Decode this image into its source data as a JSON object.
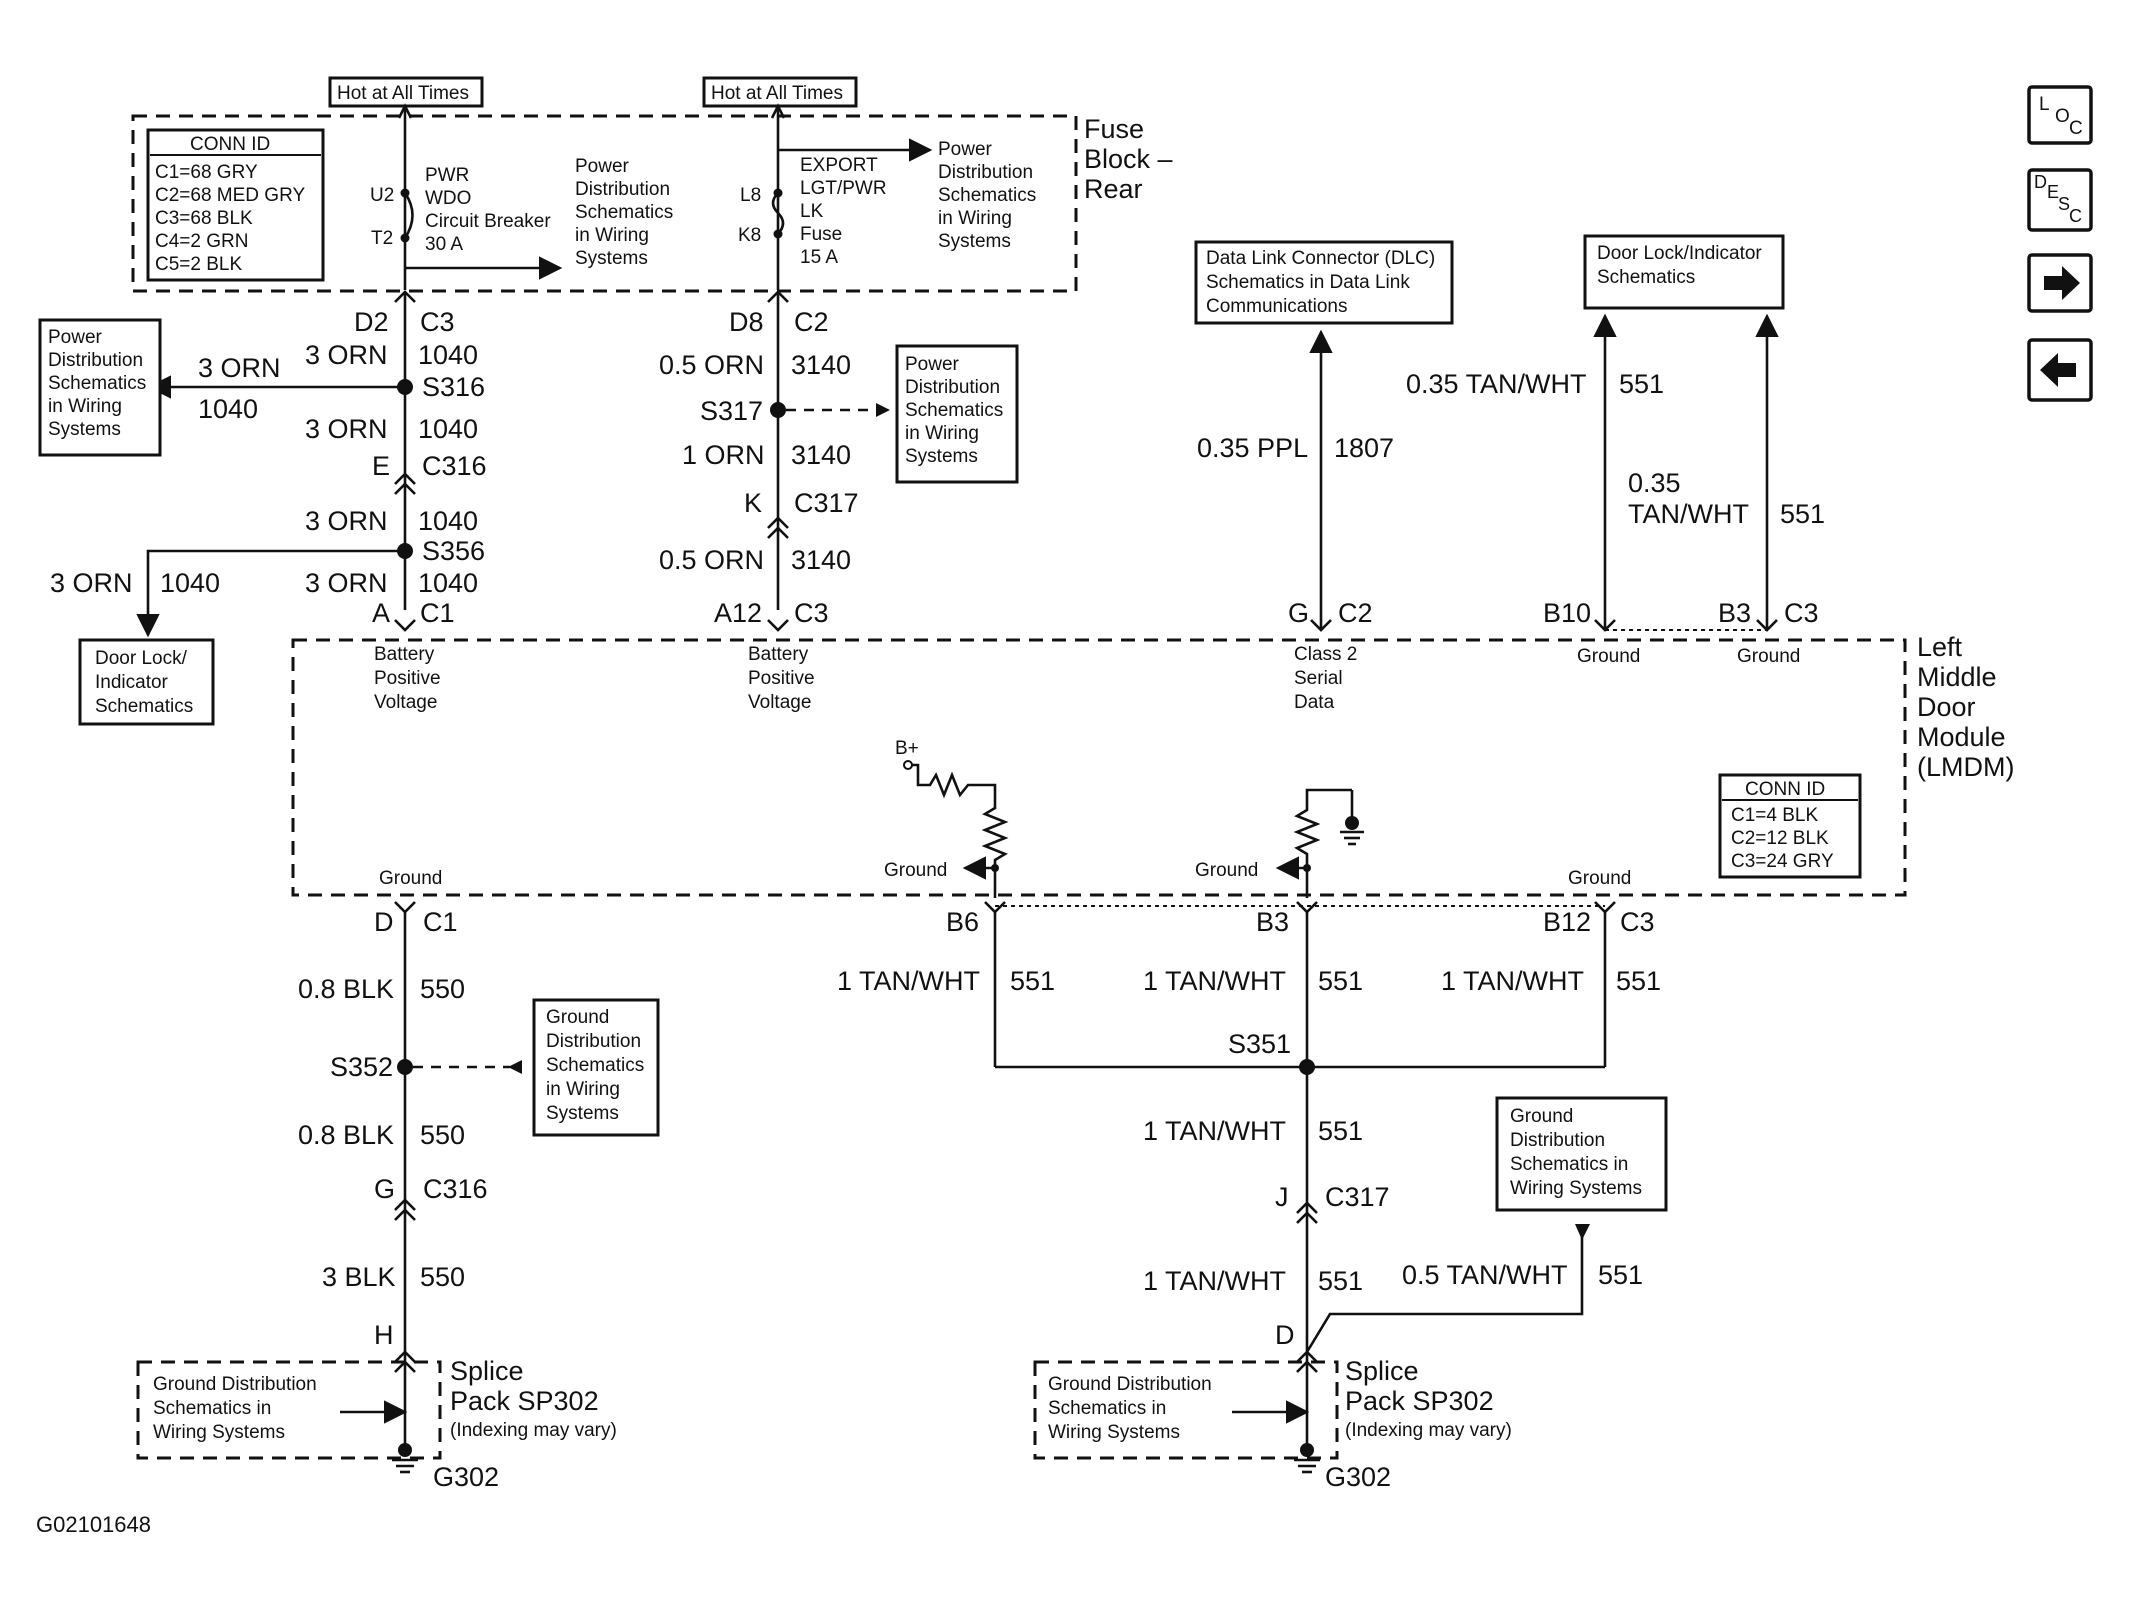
{
  "diagram": {
    "code": "G02101648",
    "hot_at_all_times": "Hot at All Times",
    "fuse_block": {
      "title_1": "Fuse",
      "title_2": "Block –",
      "title_3": "Rear"
    },
    "fuse_conn_id": {
      "title": "CONN ID",
      "lines": [
        "C1=68 GRY",
        "C2=68 MED GRY",
        "C3=68 BLK",
        "C4=2 GRN",
        "C5=2 BLK"
      ]
    },
    "circuit_breaker": {
      "terminal_top": "U2",
      "terminal_bottom": "T2",
      "lines": [
        "PWR",
        "WDO",
        "Circuit Breaker",
        "30 A"
      ]
    },
    "fuse": {
      "terminal_top": "L8",
      "terminal_bottom": "K8",
      "lines": [
        "EXPORT",
        "LGT/PWR",
        "LK",
        "Fuse",
        "15 A"
      ]
    },
    "ref_power_dist": [
      "Power",
      "Distribution",
      "Schematics",
      "in Wiring",
      "Systems"
    ],
    "ref_power_dist_5": [
      "Power",
      "Distribution",
      "Schematics",
      "in Wiring",
      "Systems"
    ],
    "ref_door_lock_left": [
      "Door Lock/",
      "Indicator",
      "Schematics"
    ],
    "ref_dlc": [
      "Data Link Connector (DLC)",
      "Schematics in Data Link",
      "Communications"
    ],
    "ref_door_lock_right": [
      "Door Lock/Indicator",
      "Schematics"
    ],
    "ref_ground_dist_a": [
      "Ground",
      "Distribution",
      "Schematics",
      "in Wiring",
      "Systems"
    ],
    "ref_ground_dist_b": [
      "Ground",
      "Distribution",
      "Schematics in",
      "Wiring Systems"
    ],
    "ref_ground_splice": [
      "Ground Distribution",
      "Schematics in",
      "Wiring Systems"
    ],
    "splice_pack": [
      "Splice",
      "Pack  SP302",
      "(Indexing may vary)"
    ],
    "ground_label": "G302",
    "module": {
      "name": [
        "Left",
        "Middle",
        "Door",
        "Module",
        "(LMDM)"
      ],
      "conn_id_title": "CONN ID",
      "conn_id_lines": [
        "C1=4 BLK",
        "C2=12 BLK",
        "C3=24 GRY"
      ],
      "pins": {
        "batt_left": [
          "Battery",
          "Positive",
          "Voltage"
        ],
        "batt_right": [
          "Battery",
          "Positive",
          "Voltage"
        ],
        "class2": [
          "Class 2",
          "Serial",
          "Data"
        ],
        "ground": "Ground",
        "b_plus": "B+"
      }
    },
    "labels": {
      "d2": "D2",
      "c3": "C3",
      "d8": "D8",
      "c2": "C2",
      "orn3": "3 ORN",
      "n1040": "1040",
      "orn05": "0.5 ORN",
      "n3140": "3140",
      "orn1": "1 ORN",
      "s316": "S316",
      "s317": "S317",
      "s356": "S356",
      "e": "E",
      "c316": "C316",
      "k": "K",
      "c317": "C317",
      "a": "A",
      "c1": "C1",
      "a12": "A12",
      "g": "G",
      "ppl035": "0.35 PPL",
      "n1807": "1807",
      "tanwht035": "0.35 TAN/WHT",
      "n551": "551",
      "n035": "0.35",
      "tanwht": "TAN/WHT",
      "b10": "B10",
      "b3": "B3",
      "d": "D",
      "blk08": "0.8 BLK",
      "n550": "550",
      "s352": "S352",
      "blk3": "3 BLK",
      "h": "H",
      "b6": "B6",
      "b12": "B12",
      "tanwht1": "1 TAN/WHT",
      "s351": "S351",
      "j": "J",
      "tanwht05": "0.5 TAN/WHT"
    }
  },
  "nav": [
    {
      "name": "loc-button",
      "label": "LOC"
    },
    {
      "name": "desc-button",
      "label": "DESC"
    },
    {
      "name": "next-arrow-button",
      "icon": "right-arrow-icon"
    },
    {
      "name": "prev-arrow-button",
      "icon": "left-arrow-icon"
    }
  ]
}
